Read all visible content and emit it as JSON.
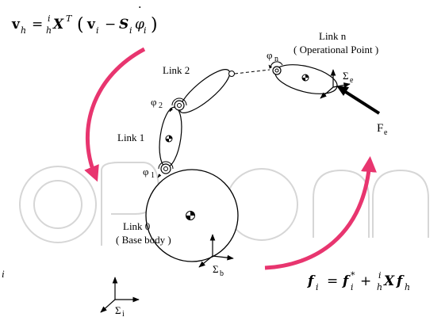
{
  "equations": {
    "top_v": "v",
    "top_sub_h": "h",
    "top_eq": "=",
    "top_sup_i": "i",
    "top_sub_h2": "h",
    "top_X": "X",
    "top_T": "T",
    "top_lparen": "(",
    "top_vi": "v",
    "top_vi_sub": "i",
    "top_minus": "−",
    "top_S": "S",
    "top_S_sub": "i",
    "top_phi": "φ",
    "top_phi_dot": "˙",
    "top_phi_sub": "i",
    "top_rparen": ")",
    "bot_f": "f",
    "bot_f_sub": "i",
    "bot_eq": "=",
    "bot_f2": "f",
    "bot_f2_sup": "*",
    "bot_f2_sub": "i",
    "bot_plus": "+",
    "bot_sup_i": "i",
    "bot_sub_h": "h",
    "bot_X": "X",
    "bot_f3": "f",
    "bot_f3_sub": "h"
  },
  "labels": {
    "link_n": "Link n",
    "operational_point": "( Operational Point )",
    "link_2": "Link 2",
    "link_1": "Link 1",
    "link_0": "Link 0",
    "base_body": "( Base body )",
    "phi_n": "φ",
    "phi_n_sub": "n",
    "phi_2": "φ",
    "phi_2_sub": "2",
    "phi_1": "φ",
    "phi_1_sub": "1",
    "sigma_e": "Σ",
    "sigma_e_sub": "e",
    "sigma_b": "Σ",
    "sigma_b_sub": "b",
    "sigma_i": "Σ",
    "sigma_i_sub": "i",
    "force": "F",
    "force_sub": "e",
    "edge_i": "i"
  },
  "colors": {
    "arrow_pink": "#e8356f",
    "line": "#000000",
    "watermark": "#d6d6d6"
  }
}
